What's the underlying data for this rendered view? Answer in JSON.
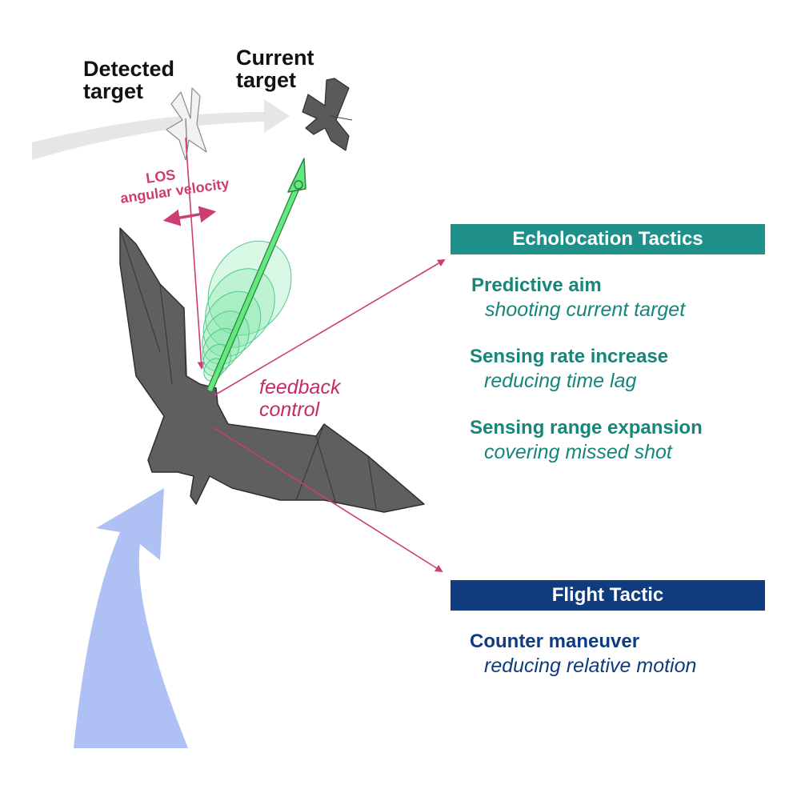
{
  "colors": {
    "echo_teal": "#20918a",
    "echo_text": "#16857a",
    "flight_navy": "#0f3c7e",
    "feedback_magenta": "#cc3d74",
    "beam_green": "#55e07e",
    "gray_arrow": "#e6e6e6",
    "blue_arrow": "#aec0f4",
    "bat_gray": "#5f5f5f"
  },
  "labels": {
    "detected_target": "Detected\ntarget",
    "current_target": "Current\ntarget",
    "los_line1": "LOS",
    "los_line2": "angular velocity",
    "feedback": "feedback\ncontrol"
  },
  "echolocation": {
    "header": "Echolocation Tactics",
    "items": [
      {
        "title": "Predictive aim",
        "subtitle": "shooting current target"
      },
      {
        "title": "Sensing rate increase",
        "subtitle": "reducing time lag"
      },
      {
        "title": "Sensing range expansion",
        "subtitle": "covering missed shot"
      }
    ]
  },
  "flight": {
    "header": "Flight Tactic",
    "items": [
      {
        "title": "Counter maneuver",
        "subtitle": "reducing relative motion"
      }
    ]
  }
}
